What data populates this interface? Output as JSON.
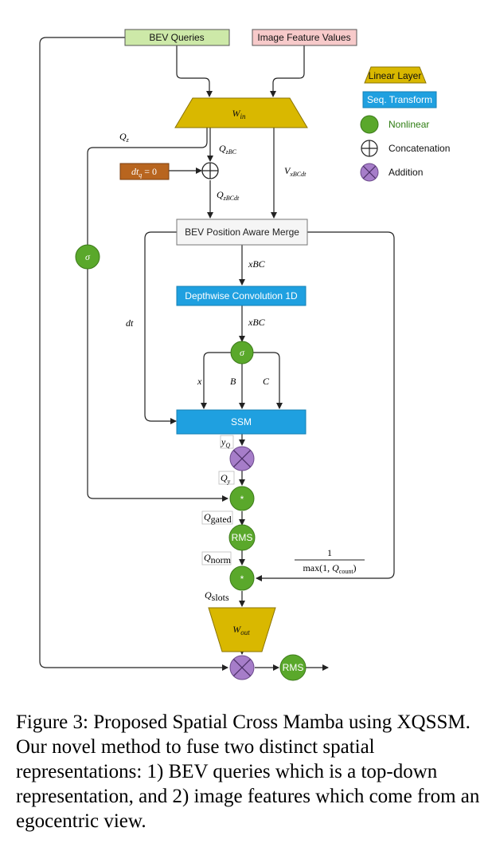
{
  "inputs": {
    "bev_queries": "BEV Queries",
    "image_features": "Image Feature Values"
  },
  "blocks": {
    "w_in": "W",
    "w_in_sub": "in",
    "merge": "BEV Position Aware Merge",
    "conv": "Depthwise Convolution 1D",
    "ssm": "SSM",
    "rms1": "RMS",
    "rms2": "RMS",
    "w_out": "W",
    "w_out_sub": "out",
    "dt_init": "dt",
    "dt_init_sub": "q",
    "dt_init_rhs": " = 0",
    "sigma_left": "σ",
    "sigma_mid": "σ",
    "mul1": "*",
    "mul2": "*"
  },
  "edge_labels": {
    "q_z": "Q",
    "q_z_sub": "z",
    "q_zbc": "Q",
    "q_zbc_sub": "zBC",
    "q_zbcdt": "Q",
    "q_zbcdt_sub": "zBCdt",
    "v_xbcdt": "V",
    "v_xbcdt_sub": "xBCdt",
    "xbc_1": "xBC",
    "xbc_2": "xBC",
    "dt": "dt",
    "x": "x",
    "b": "B",
    "c": "C",
    "y_q": "y",
    "y_q_sub": "Q",
    "q_y": "Q",
    "q_y_sub": "y",
    "q_gated": "Q",
    "q_gated_sub": "gated",
    "q_norm": "Q",
    "q_norm_sub": "norm",
    "q_slots": "Q",
    "q_slots_sub": "slots",
    "frac_num": "1",
    "frac_den_pre": "max(1, ",
    "frac_den_q": "Q",
    "frac_den_sub": "count",
    "frac_den_post": ")"
  },
  "legend": {
    "linear_layer": "Linear Layer",
    "seq_transform": "Seq. Transform",
    "nonlinear": "Nonlinear",
    "concatenation": "Concatenation",
    "addition": "Addition"
  },
  "colors": {
    "bev_queries_fill": "#cde9a8",
    "image_features_fill": "#f7caca",
    "linear_fill": "#d9b800",
    "seq_fill": "#1fa0e0",
    "nonlinear_fill": "#5aa82b",
    "addition_fill": "#a67dc9",
    "dt_fill": "#b8651f",
    "merge_fill": "#f5f5f5"
  },
  "caption": "Figure 3: Proposed Spatial Cross Mamba using XQSSM. Our novel method to fuse two distinct spatial representations: 1) BEV queries which is a top-down representation, and 2) image features which come from an egocentric view."
}
